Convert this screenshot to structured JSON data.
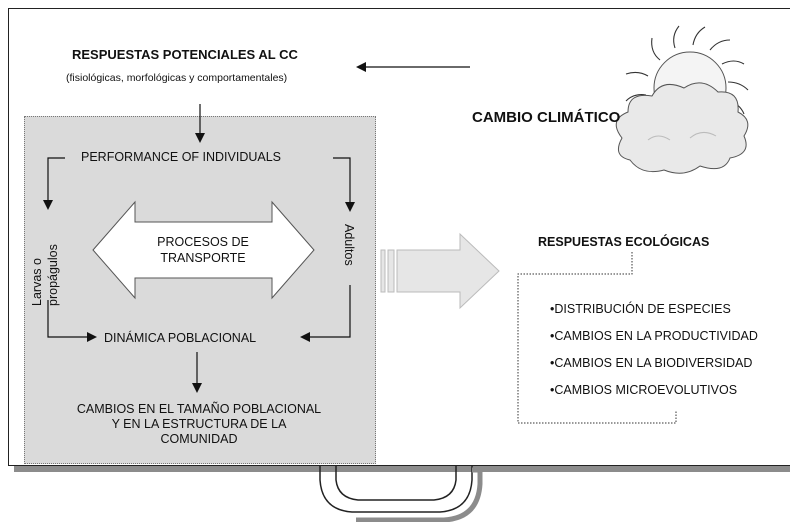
{
  "potential_responses": {
    "title": "RESPUESTAS POTENCIALES AL CC",
    "subtitle": "(fisiológicas, morfológicas y comportamentales)"
  },
  "climate_change": {
    "label": "CAMBIO CLIMÁTICO",
    "icon": "sun-cloud-icon"
  },
  "box": {
    "performance": "PERFORMANCE OF INDIVIDUALS",
    "left_vertical": [
      "Larvas o",
      "propágulos"
    ],
    "right_vertical": "Adultos",
    "transport": [
      "PROCESOS DE",
      "TRANSPORTE"
    ],
    "dynamics": "DINÁMICA POBLACIONAL",
    "changes": [
      "CAMBIOS EN EL TAMAÑO POBLACIONAL",
      "Y EN LA ESTRUCTURA DE LA",
      "COMUNIDAD"
    ]
  },
  "ecological_responses": {
    "title": "RESPUESTAS ECOLÓGICAS",
    "items": [
      "•DISTRIBUCIÓN DE ESPECIES",
      "•CAMBIOS EN LA PRODUCTIVIDAD",
      "•CAMBIOS EN LA BIODIVERSIDAD",
      "•CAMBIOS MICROEVOLUTIVOS"
    ]
  },
  "colors": {
    "box_fill": "#dadada",
    "shadow": "#8c8c8c",
    "arrow_fill": "#e6e6e6"
  }
}
